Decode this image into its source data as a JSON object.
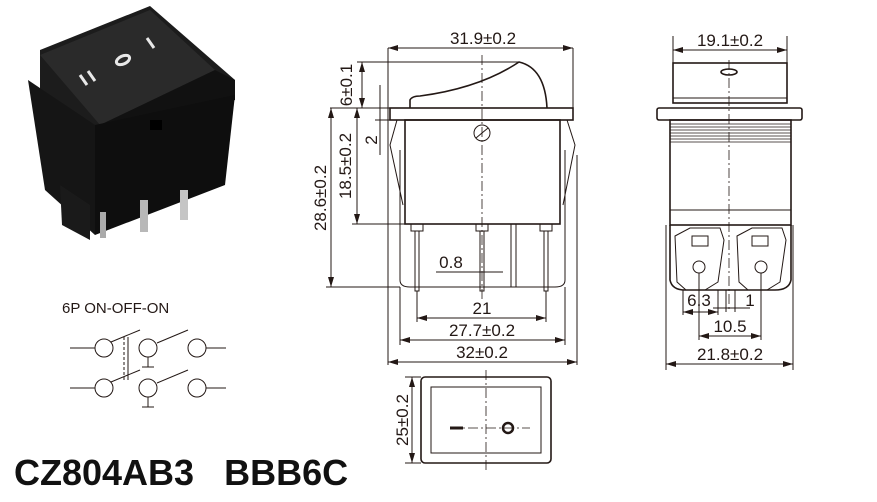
{
  "product": {
    "model": "CZ804AB3",
    "variant": "BBB6C",
    "schematic_title": "6P  ON-OFF-ON"
  },
  "front_view": {
    "width_top": "31.9±0.2",
    "actuator_height": "6±0.1",
    "flange_thickness": "2",
    "body_height": "18.5±0.2",
    "total_height": "28.6±0.2",
    "pin_width": "0.8",
    "pin_pitch": "21",
    "body_width": "27.7±0.2",
    "total_width": "32±0.2"
  },
  "side_view": {
    "width_top": "19.1±0.2",
    "terminal_width": "6.3",
    "terminal_gap": "1",
    "terminal_pitch": "10.5",
    "total_width": "21.8±0.2"
  },
  "cutout_view": {
    "height": "25±0.2"
  },
  "photo": {
    "symbols": [
      "II",
      "O",
      "I"
    ]
  }
}
